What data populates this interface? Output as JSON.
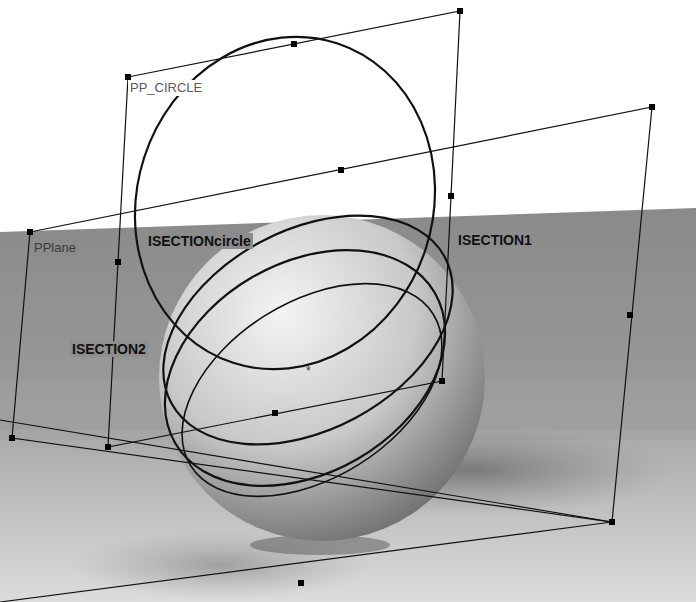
{
  "diagram": {
    "labels": [
      "PP_CIRCLE",
      "PPlane",
      "ISECTIONcircle",
      "ISECTION1",
      "ISECTION2"
    ]
  }
}
